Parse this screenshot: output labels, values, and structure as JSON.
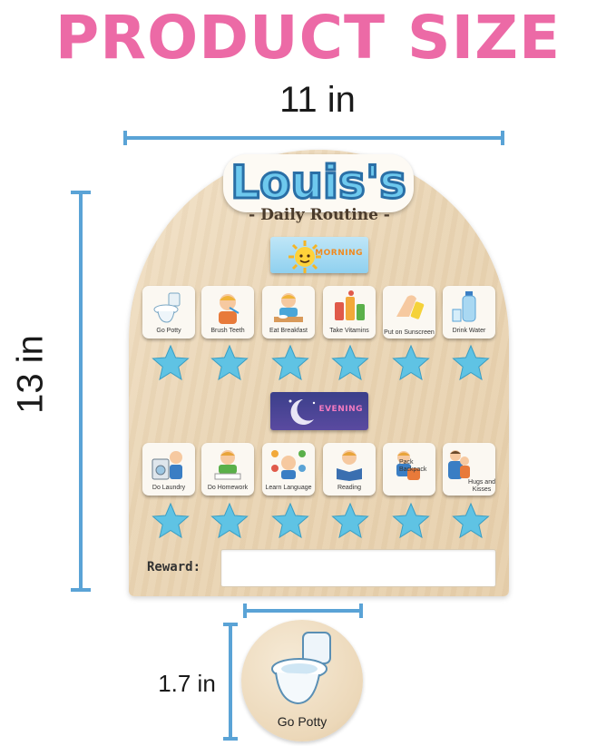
{
  "headline": "PRODUCT SIZE",
  "dimensions": {
    "width": "11 in",
    "height": "13 in",
    "token": "1.7 in"
  },
  "board": {
    "name": "Louis's",
    "subtitle": "- Daily Routine -",
    "morning_label": "MORNING",
    "evening_label": "EVENING",
    "morning_tasks": [
      "Go Potty",
      "Brush Teeth",
      "Eat Breakfast",
      "Take Vitamins",
      "Put on Sunscreen",
      "Drink Water"
    ],
    "evening_tasks": [
      "Do Laundry",
      "Do Homework",
      "Learn Language",
      "Reading",
      "Pack Backpack",
      "Hugs and Kisses"
    ],
    "reward_label": "Reward:"
  },
  "token": {
    "label": "Go Potty"
  },
  "colors": {
    "headline": "#ec6aa6",
    "dimension_line": "#5aa3d6",
    "star": "#5fc3e4",
    "name": "#6ec9ee"
  }
}
